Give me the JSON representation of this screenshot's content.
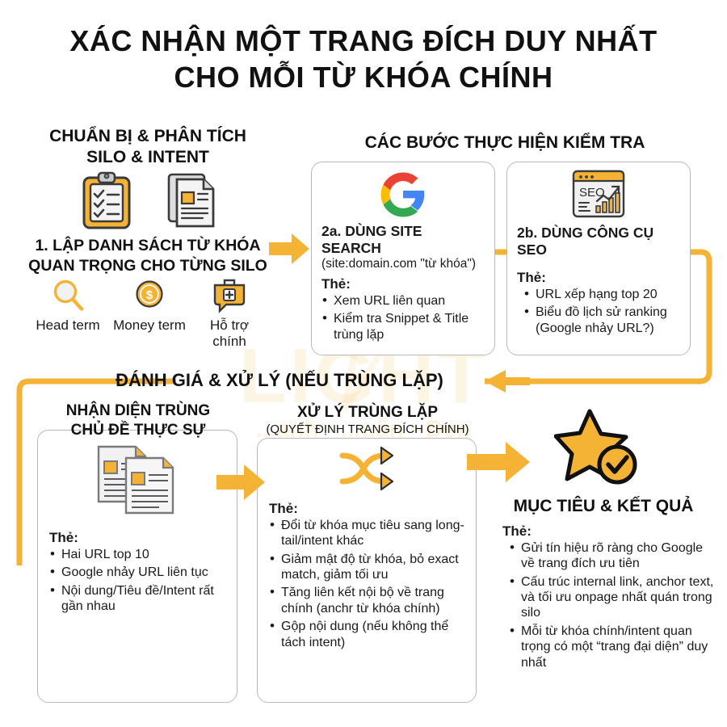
{
  "colors": {
    "accent": "#F5B335",
    "accent_light": "#FBC85C",
    "card_border": "#B9B9BD",
    "text": "#1A1A1A",
    "watermark": "#F7B733"
  },
  "watermark": {
    "word": "LIGHT",
    "tagline": "...anh - ...uẩn - Đẹp"
  },
  "title": {
    "line1": "XÁC NHẬN MỘT TRANG ĐÍCH DUY NHẤT",
    "line2": "CHO MỖI TỪ KHÓA CHÍNH"
  },
  "sections": {
    "prep": {
      "heading_line1": "CHUẨN BỊ & PHÂN TÍCH",
      "heading_line2": "SILO & INTENT",
      "step_line1": "1. LẬP DANH SÁCH TỪ KHÓA",
      "step_line2": "QUAN TRỌNG CHO TỪNG SILO",
      "icons": [
        {
          "name": "clipboard-checklist-icon"
        },
        {
          "name": "documents-icon"
        }
      ],
      "terms": [
        {
          "icon": "magnifier-icon",
          "label": "Head term"
        },
        {
          "icon": "coin-dollar-icon",
          "label": "Money term"
        },
        {
          "icon": "support-kit-icon",
          "label": "Hỗ trợ\nchính"
        }
      ]
    },
    "steps": {
      "heading": "CÁC BƯỚC THỰC HIỆN KIỂM TRA",
      "cards": [
        {
          "id": "2a",
          "icon": "google-logo-icon",
          "title": "2a. DÙNG SITE SEARCH",
          "subtitle": "(site:domain.com \"từ khóa\")",
          "the_label": "Thẻ:",
          "bullets": [
            "Xem URL liên quan",
            "Kiểm tra Snippet & Title trùng lặp"
          ]
        },
        {
          "id": "2b",
          "icon": "seo-browser-chart-icon",
          "title": "2b. DÙNG CÔNG CỤ SEO",
          "subtitle": "",
          "the_label": "Thẻ:",
          "bullets": [
            "URL xếp hạng top 20",
            "Biểu đồ lịch sử ranking (Google nhảy URL?)"
          ]
        }
      ]
    },
    "evaluate": {
      "banner": "ĐÁNH GIÁ & XỬ LÝ (NẾU TRÙNG LẶP)",
      "left": {
        "heading_line1": "NHẬN DIỆN TRÙNG",
        "heading_line2": "CHỦ ĐỀ THỰC SỰ",
        "icon": "duplicate-documents-icon",
        "the_label": "Thẻ:",
        "bullets": [
          "Hai URL top 10",
          "Google nhảy URL liên tục",
          "Nội dung/Tiêu đề/Intent rất gần nhau"
        ]
      },
      "middle": {
        "heading_line1": "XỬ LÝ TRÙNG LẶP",
        "heading_line2": "(QUYẾT ĐỊNH TRANG ĐÍCH CHÍNH)",
        "icon": "shuffle-arrows-icon",
        "the_label": "Thẻ:",
        "bullets": [
          "Đổi từ khóa mục tiêu sang long-tail/intent khác",
          "Giảm mật độ từ khóa, bỏ exact match, giảm tối ưu",
          "Tăng liên kết nội bộ về trang chính (anchr từ khóa chính)",
          "Gộp nội dung (nếu không thể tách intent)"
        ]
      }
    },
    "result": {
      "icon": "star-check-icon",
      "heading": "MỤC TIÊU & KẾT QUẢ",
      "the_label": "Thẻ:",
      "bullets": [
        "Gửi tín hiệu rõ ràng cho Google về trang đích ưu tiên",
        "Cấu trúc internal link, anchor text, và tối ưu onpage nhất quán trong silo",
        "Mỗi từ khóa chính/intent quan trọng có một “trang đại diện” duy nhất"
      ]
    }
  }
}
